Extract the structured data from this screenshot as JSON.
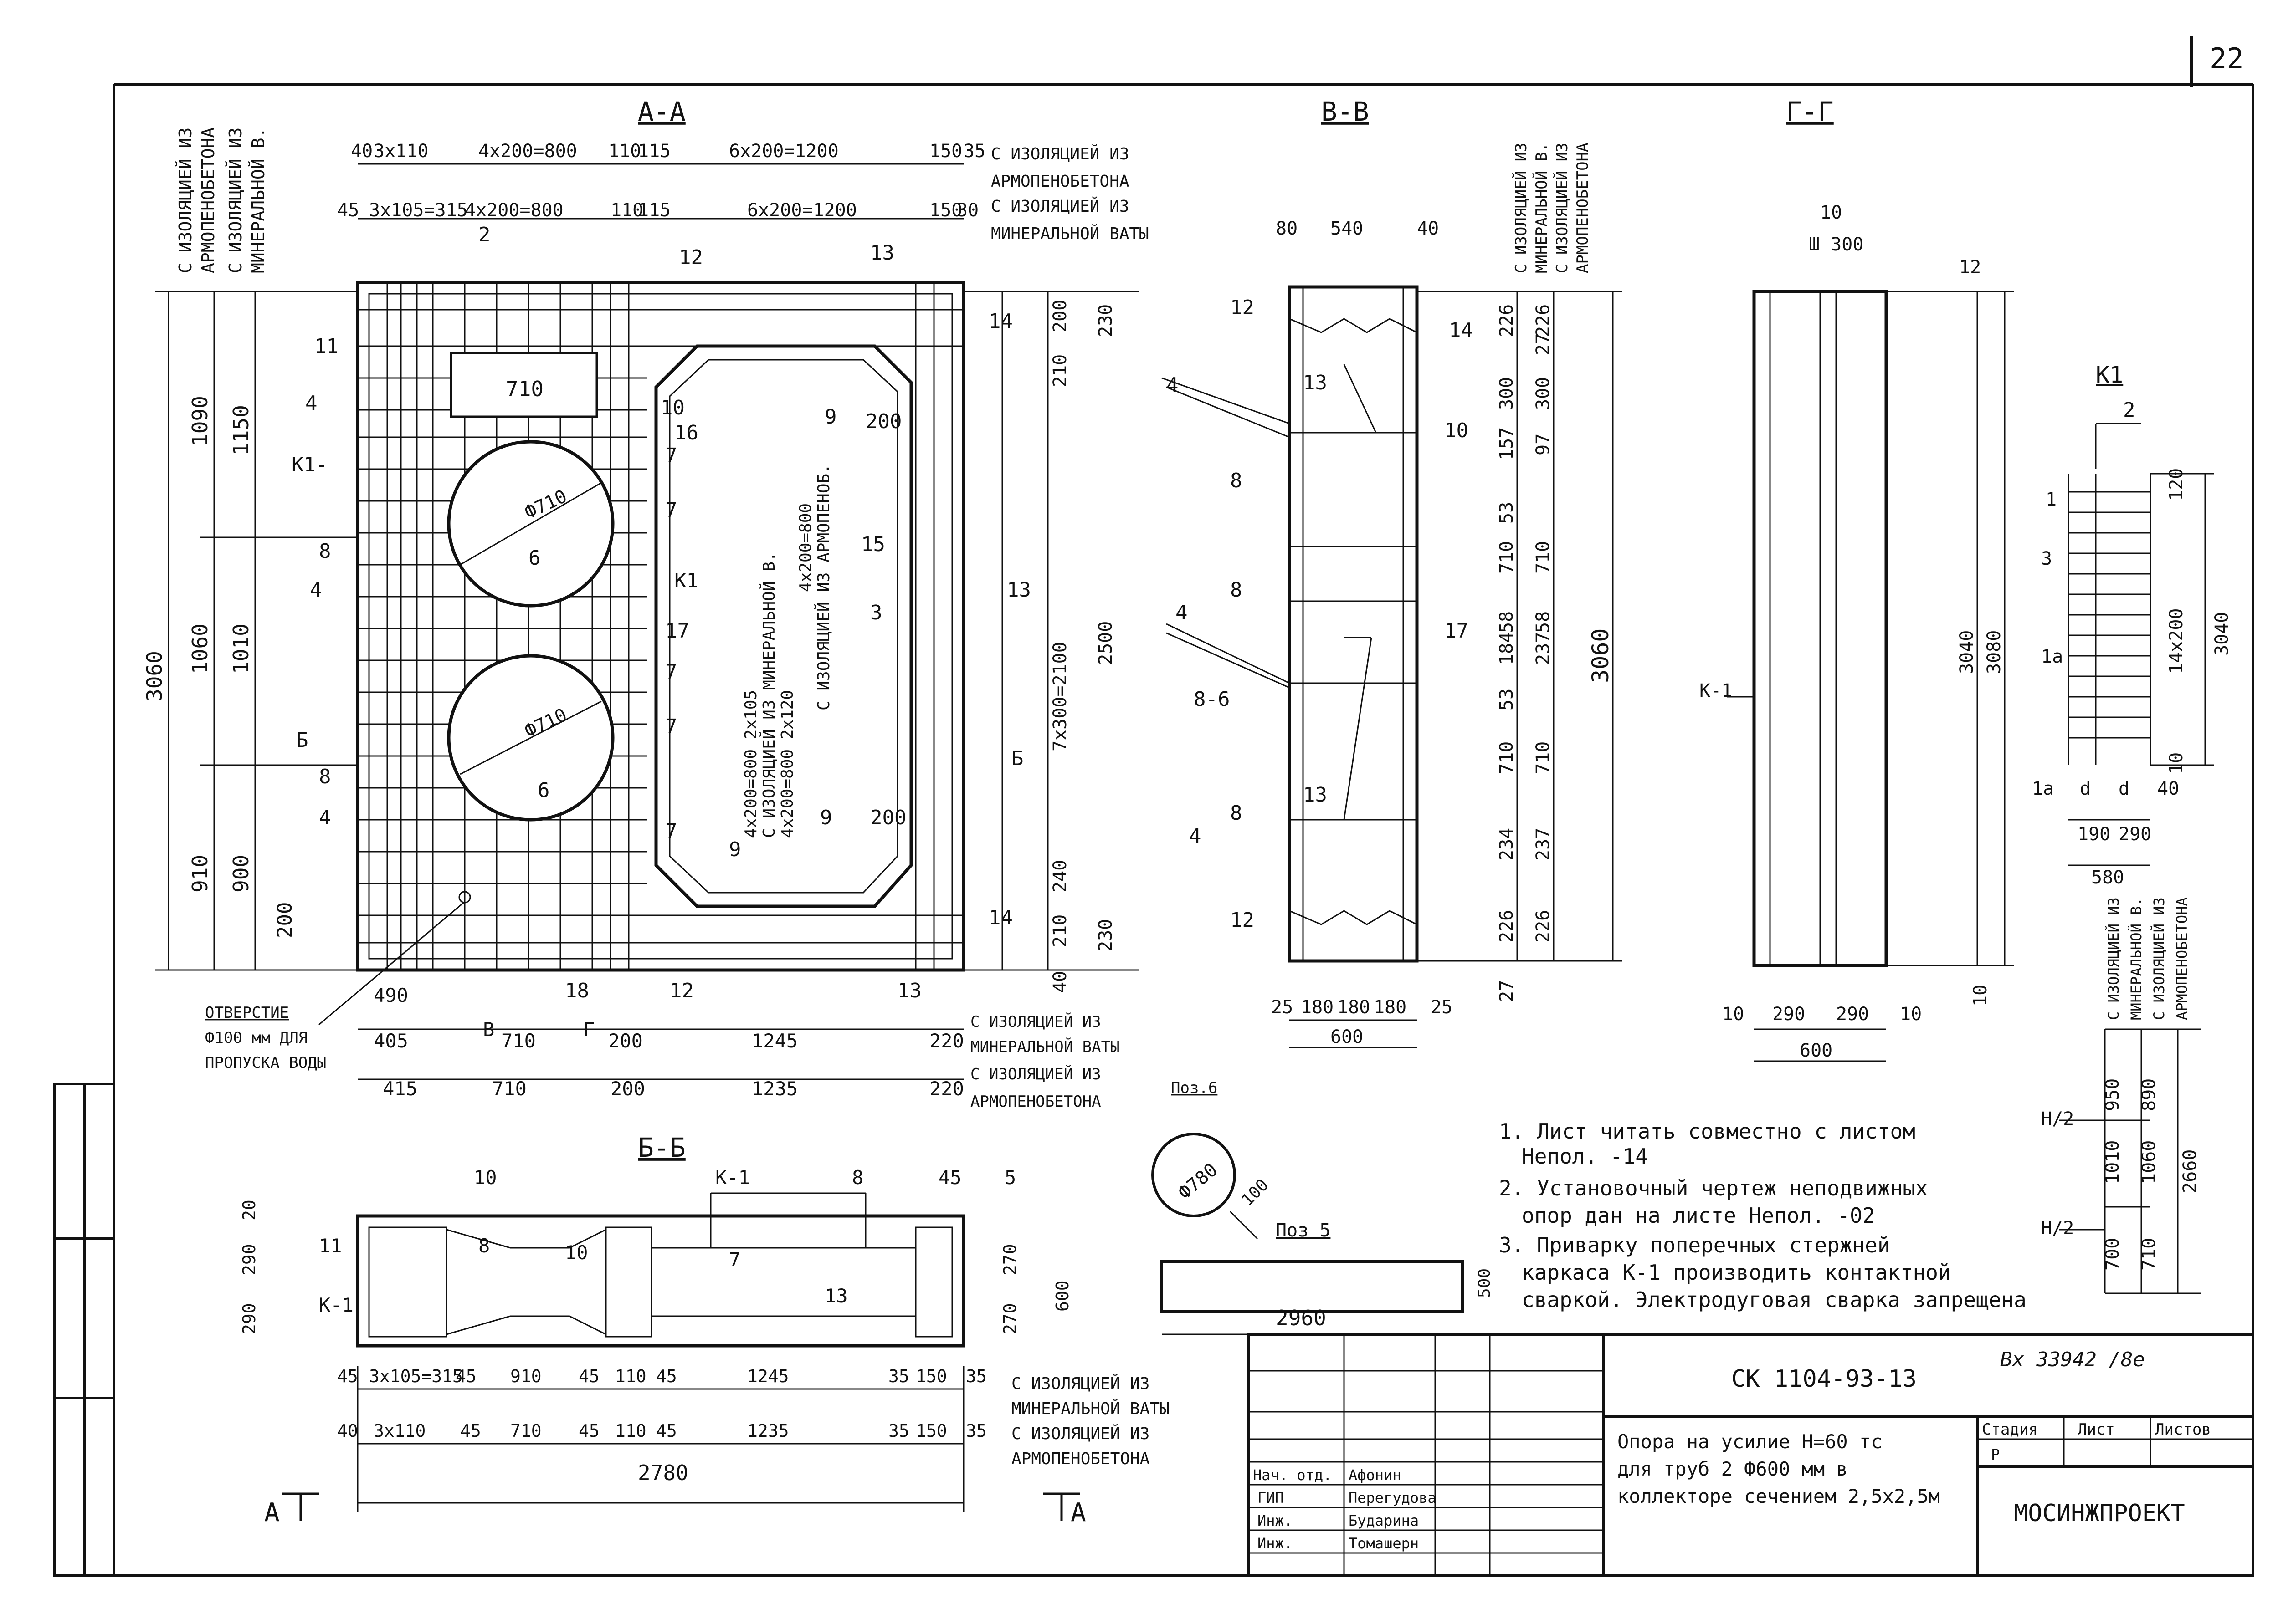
{
  "sheet": {
    "page_number": "22",
    "inventory_stamp": "Вх 33942 /8е"
  },
  "sections": {
    "aa": {
      "title": "А-А",
      "top_dims_outer": [
        "40",
        "3x110",
        "4x200=800",
        "110",
        "115",
        "6x200=1200",
        "150",
        "35"
      ],
      "top_dims_inner": [
        "45",
        "3x105=315",
        "4x200=800",
        "110",
        "115",
        "6x200=1200",
        "150",
        "30"
      ],
      "top_right_note_1": "С ИЗОЛЯЦИЕЙ ИЗ",
      "top_right_note_2": "АРМОПЕНОБЕТОНА",
      "top_right_note_3": "С ИЗОЛЯЦИЕЙ ИЗ",
      "top_right_note_4": "МИНЕРАЛЬНОЙ ВАТЫ",
      "left_vertical_1": "С ИЗОЛЯЦИЕЙ ИЗ",
      "left_vertical_2": "АРМОПЕНОБЕТОНА",
      "left_vertical_3": "С ИЗОЛЯЦИЕЙ ИЗ",
      "left_vertical_4": "МИНЕРАЛЬНОЙ В.",
      "left_dims_outer": [
        "3060",
        "1090",
        "1060",
        "910"
      ],
      "left_dims_inner": [
        "1150",
        "1010",
        "900"
      ],
      "right_dims": [
        "230",
        "200",
        "210",
        "2500",
        "7x300=2100",
        "240",
        "210",
        "230",
        "40"
      ],
      "box_710": "710",
      "circle_1": "Ф710",
      "circle_2": "Ф710",
      "center_text_1": "4x200=800  2x105",
      "center_text_2": "С ИЗОЛЯЦИЕЙ ИЗ МИНЕРАЛЬНОЙ В.",
      "center_text_3": "4x200=800  2x120",
      "center_text_4": "4x200=800",
      "center_text_5": "С ИЗОЛЯЦИЕЙ ИЗ АРМОПЕНОБ.",
      "labels": [
        "11",
        "4",
        "К1-",
        "8",
        "4",
        "Б",
        "8",
        "4",
        "200",
        "2",
        "12",
        "13",
        "14",
        "10",
        "16",
        "7",
        "7",
        "7",
        "7",
        "7",
        "9",
        "15",
        "3",
        "13",
        "17",
        "К1",
        "6",
        "6",
        "9",
        "200",
        "200",
        "9",
        "14",
        "18",
        "12",
        "13",
        "Б"
      ],
      "bottom_dims_1": [
        "490",
        "405",
        "710",
        "200",
        "1245",
        "220"
      ],
      "bottom_dims_2": [
        "415",
        "710",
        "200",
        "1235",
        "220"
      ],
      "bottom_marks": [
        "В",
        "Г"
      ],
      "hole_label_1": "ОТВЕРСТИЕ",
      "hole_label_2": "Ф100 мм ДЛЯ",
      "hole_label_3": "ПРОПУСКА ВОДЫ",
      "bottom_right_note_1": "С ИЗОЛЯЦИЕЙ ИЗ",
      "bottom_right_note_2": "МИНЕРАЛЬНОЙ ВАТЫ",
      "bottom_right_note_3": "С ИЗОЛЯЦИЕЙ ИЗ",
      "bottom_right_note_4": "АРМОПЕНОБЕТОНА",
      "pos6": "Поз.6"
    },
    "vv": {
      "title": "В-В",
      "top_dims": [
        "80",
        "540",
        "40"
      ],
      "vertical_dims_1": [
        "226",
        "300",
        "157",
        "710",
        "184",
        "710",
        "234",
        "226"
      ],
      "vertical_dims_2": [
        "226",
        "300",
        "97",
        "710",
        "237",
        "710",
        "237",
        "226"
      ],
      "total": "3060",
      "labels": [
        "12",
        "13",
        "14",
        "4",
        "8",
        "10",
        "8",
        "17",
        "4",
        "8-6",
        "13",
        "4",
        "8",
        "12",
        "53",
        "53",
        "58",
        "58",
        "27",
        "27"
      ],
      "bottom_dims": [
        "25",
        "180",
        "180",
        "180",
        "25"
      ],
      "width": "600",
      "right_vertical_1": "С ИЗОЛЯЦИЕЙ ИЗ",
      "right_vertical_2": "МИНЕРАЛЬНОЙ В.",
      "right_vertical_3": "С ИЗОЛЯЦИЕЙ ИЗ",
      "right_vertical_4": "АРМОПЕНОБЕТОНА"
    },
    "gg": {
      "title": "Г-Г",
      "top_dims": [
        "10",
        "Ш 300"
      ],
      "labels": [
        "12",
        "К-1",
        "10"
      ],
      "vertical": [
        "3040",
        "3080"
      ],
      "bottom_dims": [
        "10",
        "290",
        "290",
        "10"
      ],
      "width": "600"
    },
    "k1": {
      "title": "К1",
      "top_label": "2",
      "labels": [
        "1",
        "3",
        "1а",
        "1а",
        "d",
        "d",
        "40",
        "120",
        "10"
      ],
      "right_dims": [
        "120",
        "14x200",
        "3040"
      ],
      "bottom_dims": [
        "190",
        "290",
        "580"
      ]
    },
    "bb": {
      "title": "Б-Б",
      "labels": [
        "11",
        "К-1",
        "8",
        "10",
        "7",
        "13",
        "К-1",
        "8",
        "45",
        "5",
        "10"
      ],
      "left_dims": [
        "20",
        "290",
        "290"
      ],
      "right_dims": [
        "270",
        "270",
        "600"
      ],
      "dims_row_1": [
        "45",
        "3x105=315",
        "45",
        "910",
        "45",
        "110",
        "45",
        "1245",
        "35",
        "150",
        "35"
      ],
      "dims_row_2": [
        "40",
        "3x110",
        "45",
        "710",
        "45",
        "110",
        "45",
        "1235",
        "35",
        "150",
        "35"
      ],
      "total": "2780",
      "cut_left": "А",
      "cut_right": "А",
      "note_1": "С ИЗОЛЯЦИЕЙ ИЗ",
      "note_2": "МИНЕРАЛЬНОЙ ВАТЫ",
      "note_3": "С ИЗОЛЯЦИЕЙ ИЗ",
      "note_4": "АРМОПЕНОБЕТОНА"
    },
    "pos5": {
      "circle": "Ф780",
      "dim": "100",
      "label": "Поз 5",
      "length": "2960",
      "height": "500"
    },
    "hh": {
      "labels": [
        "Н/2",
        "Н/2"
      ],
      "col_1": [
        "950",
        "1010",
        "700"
      ],
      "col_2": [
        "890",
        "1060",
        "710"
      ],
      "total": "2660",
      "vert_1": "С ИЗОЛЯЦИЕЙ ИЗ",
      "vert_2": "МИНЕРАЛЬНОЙ В.",
      "vert_3": "С ИЗОЛЯЦИЕЙ ИЗ",
      "vert_4": "АРМОПЕНОБЕТОНА"
    }
  },
  "notes": [
    "1. Лист читать совместно с листом",
    "Непол. -14",
    "2. Установочный чертеж неподвижных",
    "опор дан на листе Непол. -02",
    "3. Приварку поперечных стержней",
    "каркаса К-1 производить контактной",
    "сваркой. Электродуговая сварка запрещена"
  ],
  "title_block": {
    "code": "СК 1104-93-13",
    "description_1": "Опора на усилие Н=60 тс",
    "description_2": "для труб 2 Ф600 мм в",
    "description_3": "коллекторе сечением 2,5x2,5м",
    "stage_header": "Стадия",
    "sheet_header": "Лист",
    "sheets_header": "Листов",
    "stage_value": "Р",
    "organization": "МОСИНЖПРОЕКТ",
    "roles": [
      "Нач. отд.",
      "ГИП",
      "Инж.",
      "Инж."
    ],
    "names": [
      "Афонин",
      "Перегудова",
      "Бударина",
      "Томашерн"
    ]
  }
}
